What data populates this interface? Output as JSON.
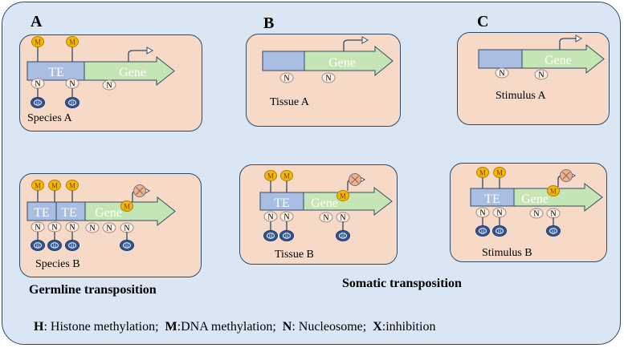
{
  "panels": {
    "A": {
      "letter": "A",
      "top_caption": "Species A",
      "bottom_caption": "Species B",
      "section_label": "Germline transposition"
    },
    "B": {
      "letter": "B",
      "top_caption": "Tissue A",
      "bottom_caption": "Tissue B"
    },
    "C": {
      "letter": "C",
      "top_caption": "Stimulus A",
      "bottom_caption": "Stimulus B"
    },
    "somatic_label": "Somatic transposition"
  },
  "labels": {
    "te": "TE",
    "gene": "Gene",
    "methyl": "M",
    "nucleosome": "N",
    "histone": "H"
  },
  "legend": {
    "h_key": "H",
    "h_text": ": Histone methylation;",
    "m_key": "M",
    "m_text": ":DNA methylation;",
    "n_key": "N",
    "n_text": ": Nucleosome;",
    "x_key": "X",
    "x_text": ":inhibition"
  },
  "colors": {
    "background": "#dbe6f4",
    "panel": "#f7d9c8",
    "te_box": "#a9bde3",
    "gene_arrow": "#c5e5b4",
    "methyl": "#f5b800",
    "histone": "#2f5597",
    "inhibition": "#f4b183"
  }
}
